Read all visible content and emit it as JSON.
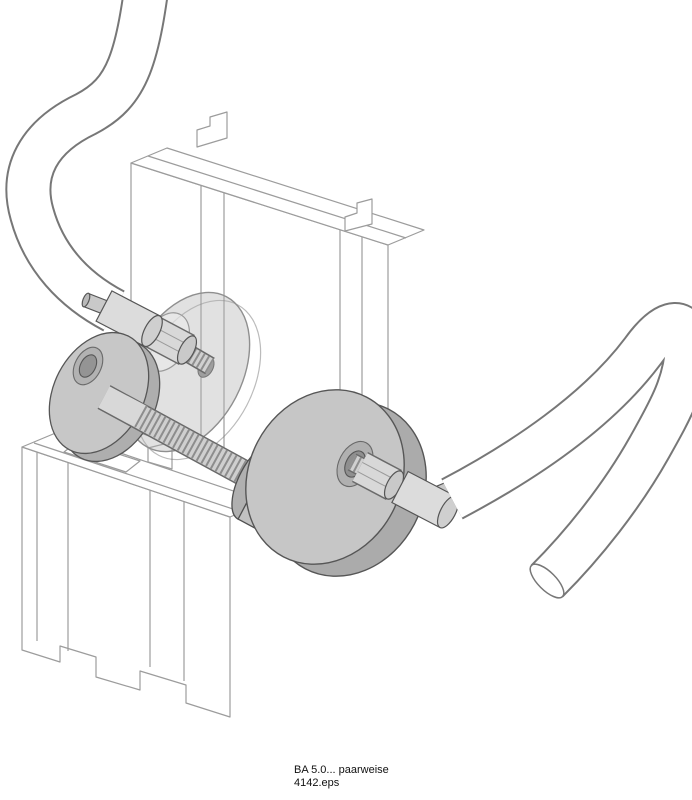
{
  "figure": {
    "caption_line1": "BA 5.0... paarweise",
    "caption_line2": "4142.eps",
    "description": "Isometric technical drawing: pair of tubular pull handles mounted back-to-back through an aluminium door profile with threaded studs, hex nuts, oval rosettes and a socket-head connecting bolt"
  },
  "parts": [
    "left-pull-handle",
    "right-pull-handle",
    "upper-profile-section",
    "lower-profile-section",
    "translucent-rosette",
    "left-rosette",
    "right-rosette",
    "threaded-connecting-rod",
    "socket-head-bolt",
    "left-hex-nut",
    "right-hex-nut",
    "left-handle-ferrule",
    "right-handle-ferrule",
    "left-cross-pin",
    "right-cross-pin"
  ],
  "colors": {
    "background": "#ffffff",
    "handle_outline": "#777777",
    "profile_line": "#9c9c9c",
    "fastener_outline": "#555555",
    "metal_light": "#d8d8d8",
    "metal_mid": "#c0c0c0",
    "rosette_gray": "#b2b2b2",
    "text": "#111111"
  }
}
